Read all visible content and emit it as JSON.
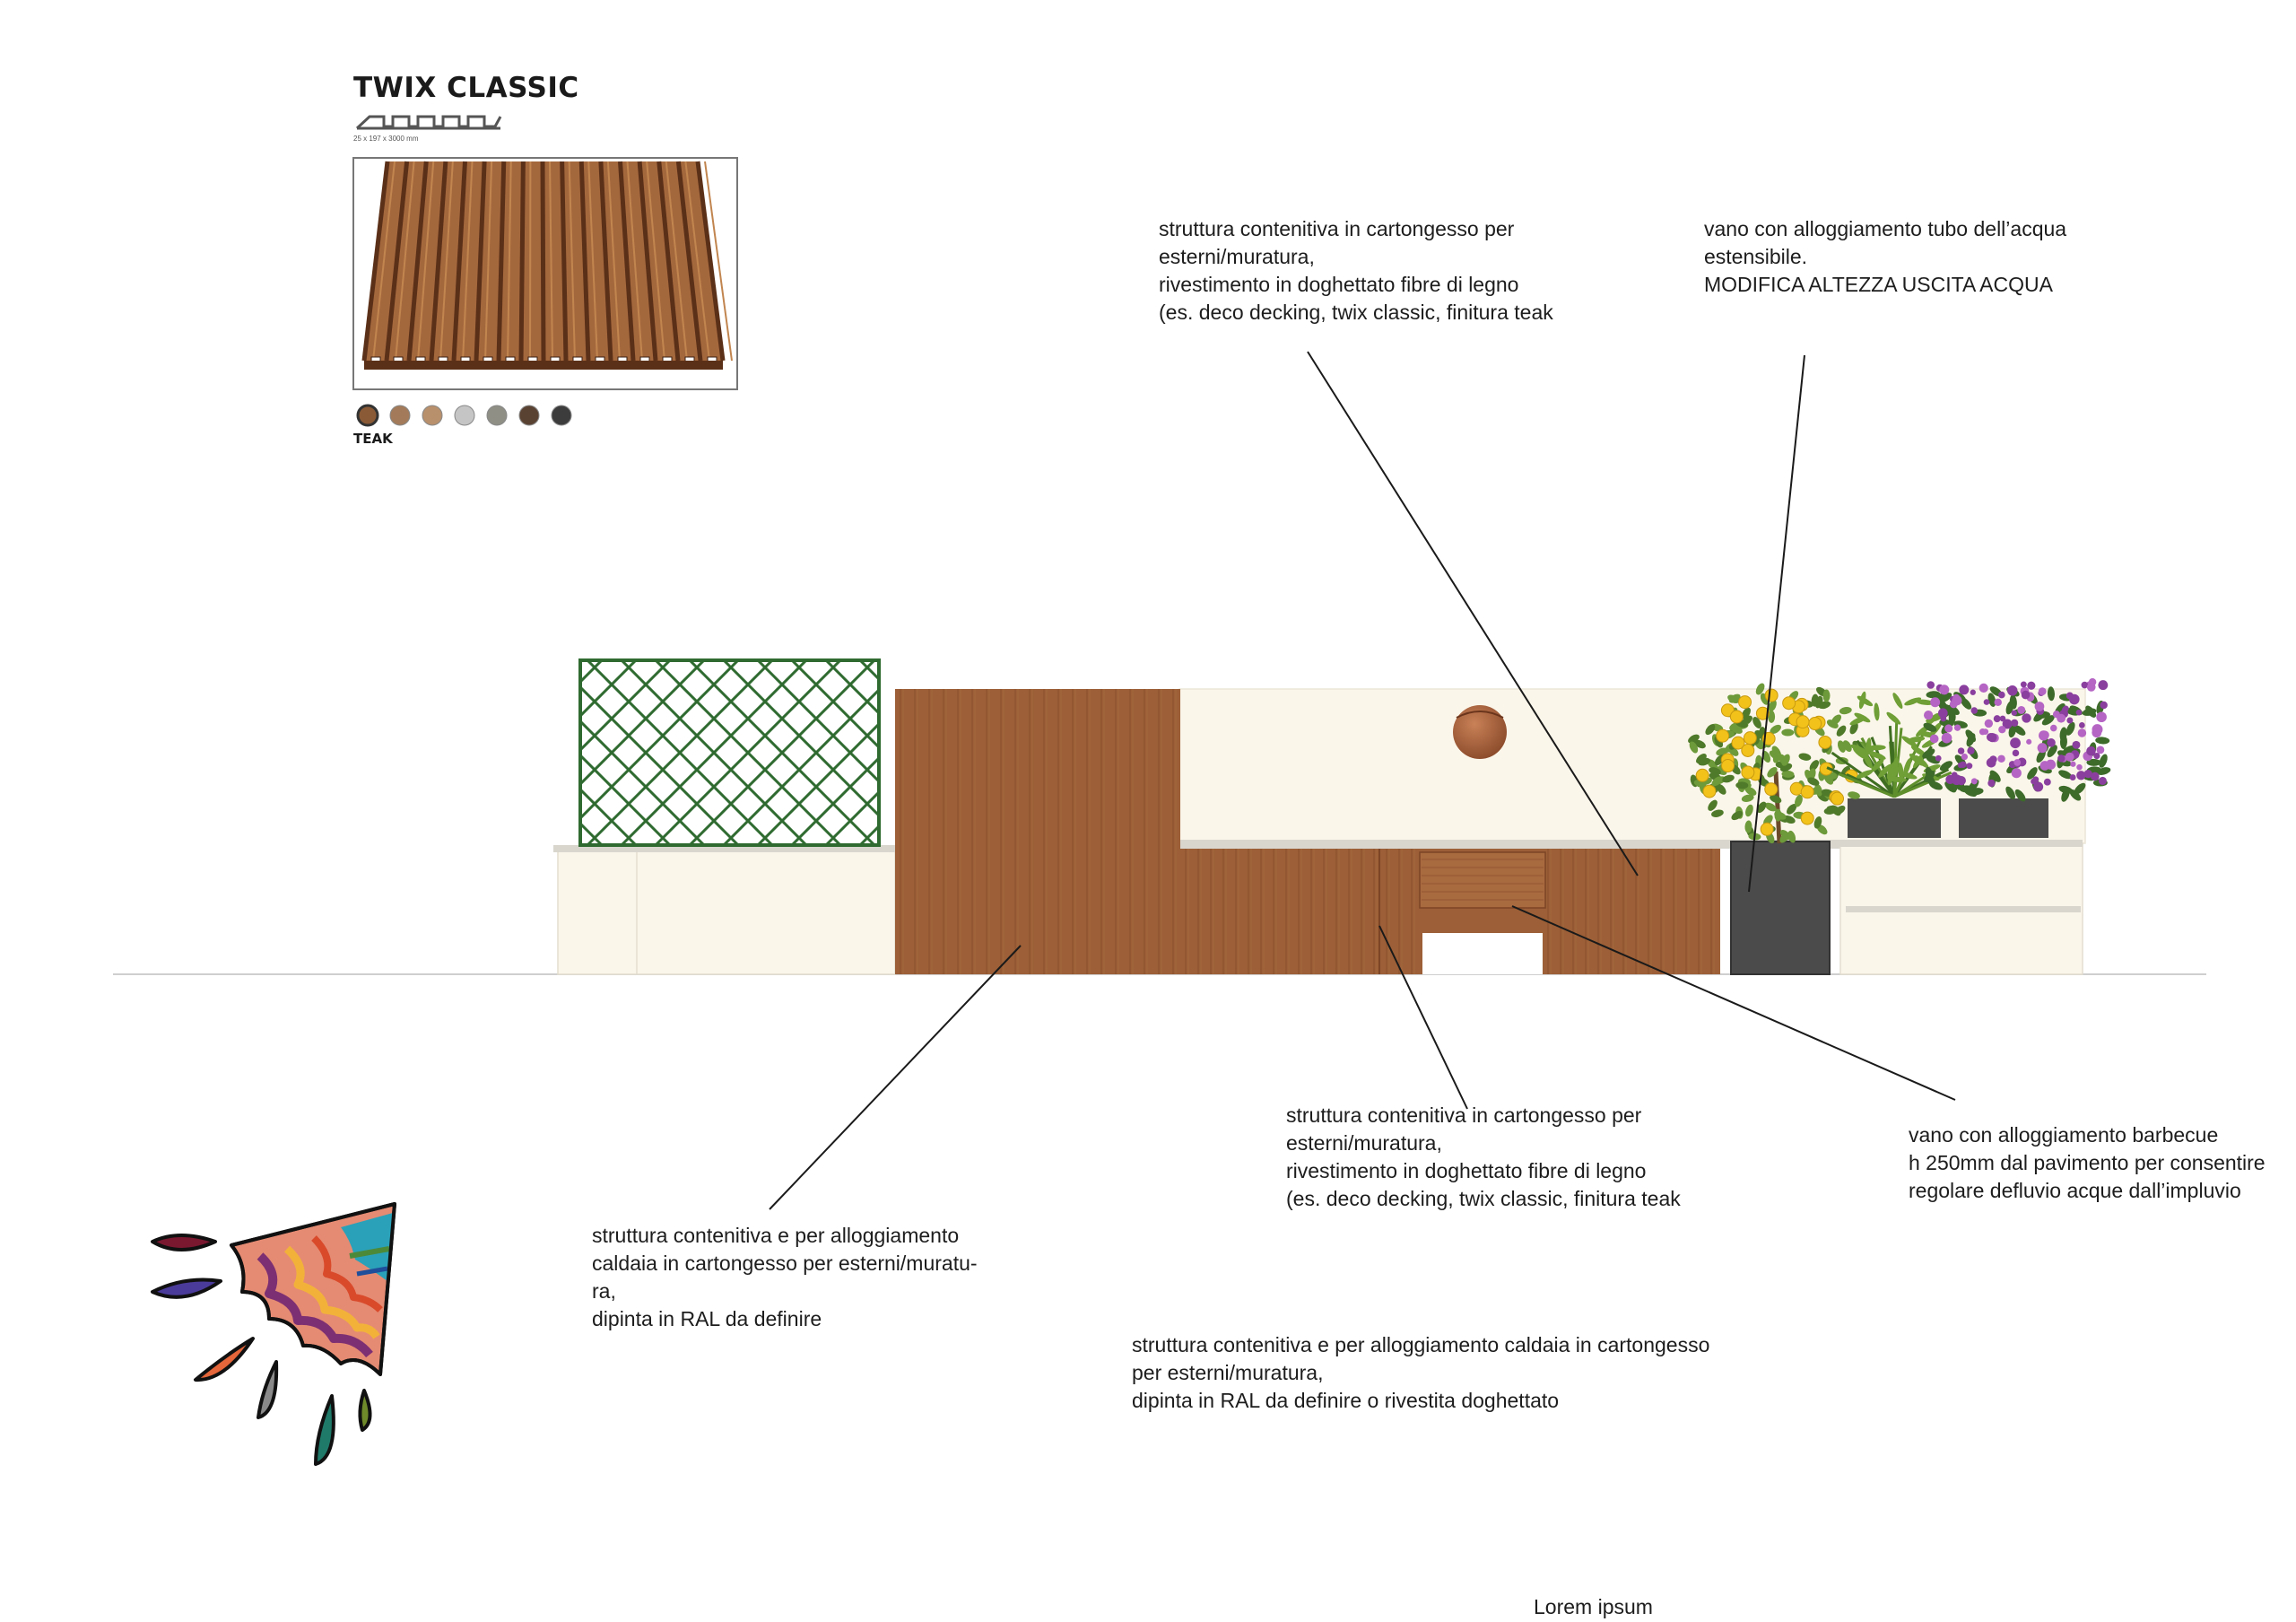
{
  "product": {
    "title": "TWIX CLASSIC",
    "dimensions": "25 x 197 x 3000 mm",
    "finish_label": "TEAK",
    "swatches": [
      "#8a5a36",
      "#a37b5a",
      "#b8906c",
      "#c5c5c5",
      "#8f8f86",
      "#5a4232",
      "#3c3c3c"
    ]
  },
  "annotations": {
    "top_center": "struttura contenitiva in cartongesso per\nesterni/muratura,\nrivestimento in doghettato fibre di legno\n(es. deco decking, twix classic, finitura teak",
    "top_right": "vano con alloggiamento tubo dell’acqua\nestensibile.\nMODIFICA ALTEZZA USCITA ACQUA",
    "bottom_center": "struttura contenitiva in cartongesso per\nesterni/muratura,\nrivestimento in doghettato fibre di legno\n(es. deco decking, twix classic, finitura teak",
    "bottom_right": "vano con alloggiamento barbecue\nh 250mm dal pavimento per consentire\nregolare defluvio acque dall’impluvio",
    "bottom_left": "struttura contenitiva e per alloggiamento\ncaldaia in cartongesso per esterni/muratu-\nra,\ndipinta in RAL da definire",
    "bottom_middle": "struttura contenitiva e per alloggiamento caldaia in cartongesso\nper esterni/muratura,\ndipinta in RAL da definire o rivestita doghettato"
  },
  "footer": {
    "text": "Lorem ipsum"
  },
  "colors": {
    "wood": "#9c5f37",
    "wood_dark": "#7d4526",
    "cream": "#fbf6ea",
    "counter": "#d9d6ce",
    "trellis": "#2f6b30",
    "planter": "#4b4b4b",
    "leader": "#1a1a1a"
  }
}
